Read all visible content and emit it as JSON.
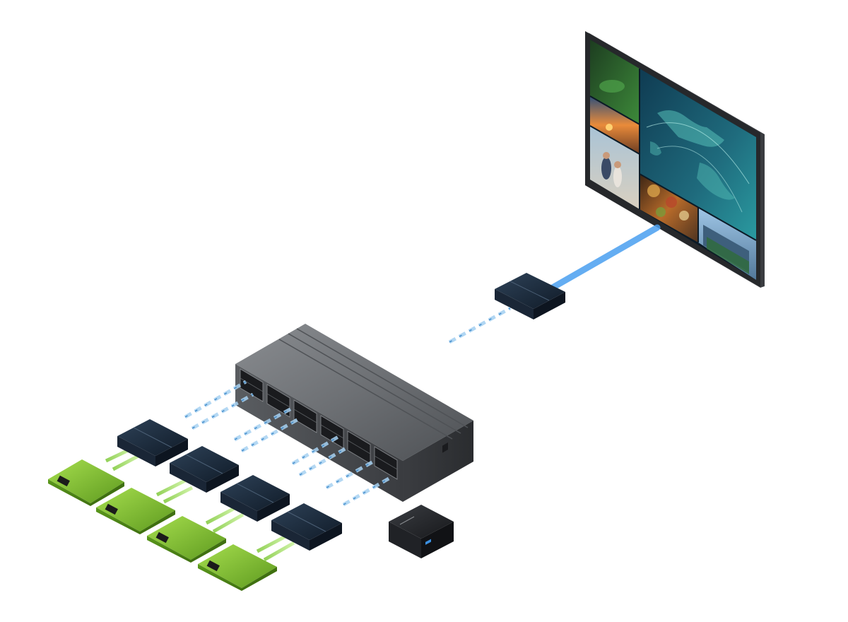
{
  "diagram": {
    "caption": "",
    "nodes": [
      {
        "id": "display",
        "kind": "video-wall-display",
        "icon": "display-icon"
      },
      {
        "id": "decoder",
        "kind": "decoder",
        "icon": "decoder-box-icon"
      },
      {
        "id": "switch",
        "kind": "network-switch",
        "icon": "network-switch-icon"
      },
      {
        "id": "encoder-1",
        "kind": "encoder",
        "icon": "encoder-box-icon"
      },
      {
        "id": "encoder-2",
        "kind": "encoder",
        "icon": "encoder-box-icon"
      },
      {
        "id": "encoder-3",
        "kind": "encoder",
        "icon": "encoder-box-icon"
      },
      {
        "id": "encoder-4",
        "kind": "encoder",
        "icon": "encoder-box-icon"
      },
      {
        "id": "source-1",
        "kind": "source-device",
        "icon": "source-device-icon"
      },
      {
        "id": "source-2",
        "kind": "source-device",
        "icon": "source-device-icon"
      },
      {
        "id": "source-3",
        "kind": "source-device",
        "icon": "source-device-icon"
      },
      {
        "id": "source-4",
        "kind": "source-device",
        "icon": "source-device-icon"
      },
      {
        "id": "controller",
        "kind": "mini-pc-controller",
        "icon": "mini-pc-icon"
      }
    ],
    "links": [
      {
        "from": "decoder",
        "to": "display",
        "style": "solid-blue"
      },
      {
        "from": "switch",
        "to": "decoder",
        "style": "dashed-network"
      },
      {
        "from": "encoder-1",
        "to": "switch",
        "style": "dashed-network"
      },
      {
        "from": "encoder-2",
        "to": "switch",
        "style": "dashed-network"
      },
      {
        "from": "encoder-3",
        "to": "switch",
        "style": "dashed-network"
      },
      {
        "from": "encoder-4",
        "to": "switch",
        "style": "dashed-network"
      },
      {
        "from": "source-1",
        "to": "encoder-1",
        "style": "solid-green"
      },
      {
        "from": "source-2",
        "to": "encoder-2",
        "style": "solid-green"
      },
      {
        "from": "source-3",
        "to": "encoder-3",
        "style": "solid-green"
      },
      {
        "from": "source-4",
        "to": "encoder-4",
        "style": "solid-green"
      }
    ]
  },
  "colors": {
    "background": "#ffffff",
    "network_link": "#6fb6ea",
    "display_link": "#4a9ff0",
    "hdmi_link": "#8fd34a",
    "device_green": "#7cbf2c",
    "device_dark": "#1d2a3a",
    "switch_gray": "#6b6e72",
    "display_bezel": "#26282b"
  }
}
